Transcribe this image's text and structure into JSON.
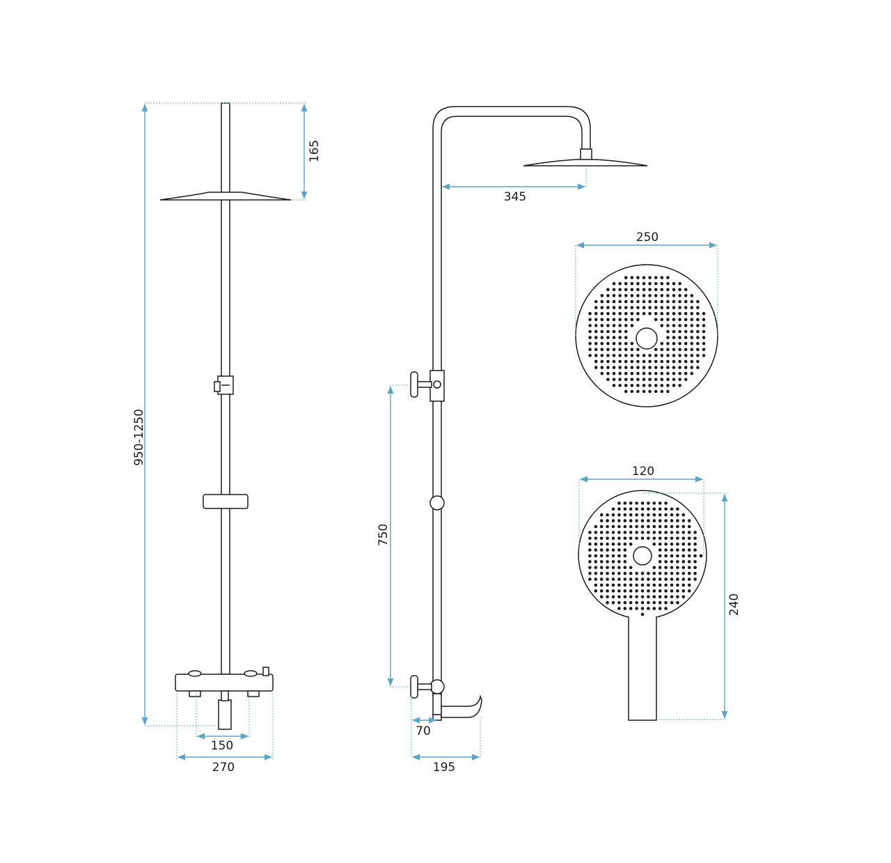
{
  "dimensions": {
    "total_height": "950-1250",
    "head_drop": "165",
    "arm_projection": "345",
    "rain_shower_diameter": "250",
    "hand_shower_width": "120",
    "hand_shower_length": "240",
    "holder_to_mixer": "750",
    "mixer_inlet_spacing": "150",
    "mixer_width": "270",
    "spout_offset": "70",
    "spout_length": "195"
  },
  "colors": {
    "line": "#1a1a1a",
    "dimension": "#5ba3c9",
    "background": "#ffffff"
  }
}
